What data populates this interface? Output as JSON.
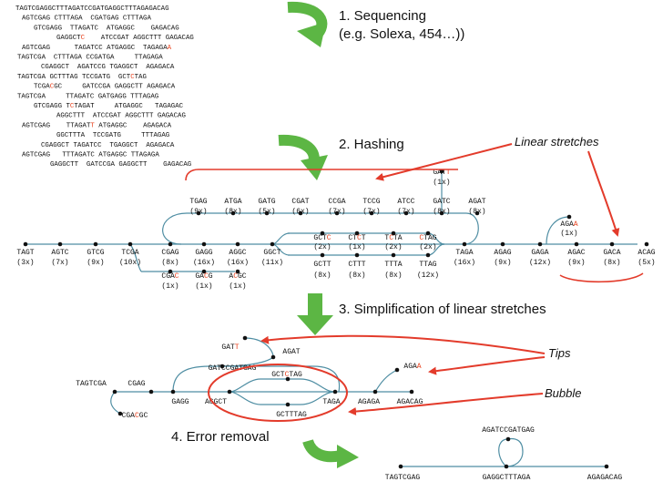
{
  "colors": {
    "error_red": "#e8401c",
    "arrow_green": "#5cb644",
    "edge_teal": "#4f8ea3",
    "annotation_red": "#e33b2b",
    "text": "#111111"
  },
  "steps": {
    "s1": "1. Sequencing",
    "s1_sub": "(e.g. Solexa, 454…))",
    "s2": "2. Hashing",
    "s3": "3. Simplification of linear stretches",
    "s4": "4. Error removal"
  },
  "annotations": {
    "linear_stretches": "Linear stretches",
    "tips": "Tips",
    "bubble": "Bubble"
  },
  "reads": [
    [
      [
        "TAGTCGAGGCTTTAGATCCGATGAGGCTTTAGAGACAG",
        0
      ]
    ],
    [
      [
        "AGTCGAG CTTTAGA  CGATGAG CTTTAGA",
        0
      ]
    ],
    [
      [
        "GTCGAGG  TTAGATC  ATGAGGC    GAGACAG",
        0
      ]
    ],
    [
      [
        "GAGGCT",
        0
      ],
      [
        "C",
        1
      ],
      [
        "    ATCCGAT AGGCTTT GAGACAG",
        0
      ]
    ],
    [
      [
        "AGTCGAG      TAGATCC ATGAGGC  TAGAGA",
        0
      ],
      [
        "A",
        1
      ]
    ],
    [
      [
        "TAGTCGA  CTTTAGA CCGATGA     TTAGAGA",
        0
      ]
    ],
    [
      [
        "CGAGGCT  AGATCCG TGAGGCT  AGAGACA",
        0
      ]
    ],
    [
      [
        "TAGTCGA GCTTTAG TCCGATG  GCT",
        0
      ],
      [
        "C",
        1
      ],
      [
        "TAG",
        0
      ]
    ],
    [
      [
        "TCGA",
        0
      ],
      [
        "C",
        1
      ],
      [
        "GC     GATCCGA GAGGCTT AGAGACA",
        0
      ]
    ],
    [
      [
        "TAGTCGA     TTAGATC GATGAGG TTTAGAG",
        0
      ]
    ],
    [
      [
        "GTCGAGG T",
        0
      ],
      [
        "C",
        1
      ],
      [
        "TAGAT     ATGAGGC   TAGAGAC",
        0
      ]
    ],
    [
      [
        "AGGCTTT  ATCCGAT AGGCTTT GAGACAG",
        0
      ]
    ],
    [
      [
        "AGTCGAG    TTAGAT",
        0
      ],
      [
        "T",
        1
      ],
      [
        " ATGAGGC    AGAGACA",
        0
      ]
    ],
    [
      [
        "GGCTTTA  TCCGATG     TTTAGAG",
        0
      ]
    ],
    [
      [
        "CGAGGCT TAGATCC  TGAGGCT  AGAGACA",
        0
      ]
    ],
    [
      [
        "AGTCGAG   TTTAGATC ATGAGGC TTAGAGA",
        0
      ]
    ],
    [
      [
        "GAGGCTT  GATCCGA GAGGCTT    GAGACAG",
        0
      ]
    ]
  ],
  "hash": {
    "kmers": [
      {
        "id": "TAGT",
        "parts": [
          [
            "TAGT",
            0
          ]
        ],
        "count": "(3x)"
      },
      {
        "id": "AGTC",
        "parts": [
          [
            "AGTC",
            0
          ]
        ],
        "count": "(7x)"
      },
      {
        "id": "GTCG",
        "parts": [
          [
            "GTCG",
            0
          ]
        ],
        "count": "(9x)"
      },
      {
        "id": "TCGA",
        "parts": [
          [
            "TCGA",
            0
          ]
        ],
        "count": "(10x)"
      },
      {
        "id": "CGAG",
        "parts": [
          [
            "CGAG",
            0
          ]
        ],
        "count": "(8x)"
      },
      {
        "id": "GAGG",
        "parts": [
          [
            "GAGG",
            0
          ]
        ],
        "count": "(16x)"
      },
      {
        "id": "AGGC",
        "parts": [
          [
            "AGGC",
            0
          ]
        ],
        "count": "(16x)"
      },
      {
        "id": "GGCT",
        "parts": [
          [
            "GGCT",
            0
          ]
        ],
        "count": "(11x)"
      },
      {
        "id": "CGAC",
        "parts": [
          [
            "CGA",
            0
          ],
          [
            "C",
            1
          ]
        ],
        "count": "(1x)"
      },
      {
        "id": "GACG",
        "parts": [
          [
            "GA",
            0
          ],
          [
            "C",
            1
          ],
          [
            "G",
            0
          ]
        ],
        "count": "(1x)"
      },
      {
        "id": "ACGC",
        "parts": [
          [
            "A",
            0
          ],
          [
            "C",
            1
          ],
          [
            "GC",
            0
          ]
        ],
        "count": "(1x)"
      },
      {
        "id": "TGAG",
        "parts": [
          [
            "TGAG",
            0
          ]
        ],
        "count": "(9x)"
      },
      {
        "id": "ATGA",
        "parts": [
          [
            "ATGA",
            0
          ]
        ],
        "count": "(8x)"
      },
      {
        "id": "GATG",
        "parts": [
          [
            "GATG",
            0
          ]
        ],
        "count": "(5x)"
      },
      {
        "id": "CGAT",
        "parts": [
          [
            "CGAT",
            0
          ]
        ],
        "count": "(6x)"
      },
      {
        "id": "CCGA",
        "parts": [
          [
            "CCGA",
            0
          ]
        ],
        "count": "(7x)"
      },
      {
        "id": "TCCG",
        "parts": [
          [
            "TCCG",
            0
          ]
        ],
        "count": "(7x)"
      },
      {
        "id": "ATCC",
        "parts": [
          [
            "ATCC",
            0
          ]
        ],
        "count": "(7x)"
      },
      {
        "id": "GATC",
        "parts": [
          [
            "GATC",
            0
          ]
        ],
        "count": "(8x)"
      },
      {
        "id": "AGAT",
        "parts": [
          [
            "AGAT",
            0
          ]
        ],
        "count": "(8x)"
      },
      {
        "id": "GATT",
        "parts": [
          [
            "GAT",
            0
          ],
          [
            "T",
            1
          ]
        ],
        "count": "(1x)"
      },
      {
        "id": "GCTC",
        "parts": [
          [
            "GCT",
            0
          ],
          [
            "C",
            1
          ]
        ],
        "count": "(2x)"
      },
      {
        "id": "CTCT",
        "parts": [
          [
            "CT",
            0
          ],
          [
            "C",
            1
          ],
          [
            "T",
            0
          ]
        ],
        "count": "(1x)"
      },
      {
        "id": "TCTA",
        "parts": [
          [
            "T",
            0
          ],
          [
            "C",
            1
          ],
          [
            "TA",
            0
          ]
        ],
        "count": "(2x)"
      },
      {
        "id": "CTAG",
        "parts": [
          [
            "C",
            1
          ],
          [
            "TAG",
            0
          ]
        ],
        "count": "(2x)"
      },
      {
        "id": "GCTT",
        "parts": [
          [
            "GCTT",
            0
          ]
        ],
        "count": "(8x)"
      },
      {
        "id": "CTTT",
        "parts": [
          [
            "CTTT",
            0
          ]
        ],
        "count": "(8x)"
      },
      {
        "id": "TTTA",
        "parts": [
          [
            "TTTA",
            0
          ]
        ],
        "count": "(8x)"
      },
      {
        "id": "TTAG",
        "parts": [
          [
            "TTAG",
            0
          ]
        ],
        "count": "(12x)"
      },
      {
        "id": "TAGA",
        "parts": [
          [
            "TAGA",
            0
          ]
        ],
        "count": "(16x)"
      },
      {
        "id": "AGAG",
        "parts": [
          [
            "AGAG",
            0
          ]
        ],
        "count": "(9x)"
      },
      {
        "id": "GAGA",
        "parts": [
          [
            "GAGA",
            0
          ]
        ],
        "count": "(12x)"
      },
      {
        "id": "AGAA",
        "parts": [
          [
            "AGA",
            0
          ],
          [
            "A",
            1
          ]
        ],
        "count": "(1x)"
      },
      {
        "id": "AGAC",
        "parts": [
          [
            "AGAC",
            0
          ]
        ],
        "count": "(9x)"
      },
      {
        "id": "GACA",
        "parts": [
          [
            "GACA",
            0
          ]
        ],
        "count": "(8x)"
      },
      {
        "id": "ACAG",
        "parts": [
          [
            "ACAG",
            0
          ]
        ],
        "count": "(5x)"
      }
    ]
  },
  "simplified": {
    "nodes": [
      {
        "id": "TAGTCGA",
        "parts": [
          [
            "TAGTCGA",
            0
          ]
        ]
      },
      {
        "id": "CGAG",
        "parts": [
          [
            "CGAG",
            0
          ]
        ]
      },
      {
        "id": "CGACGC",
        "parts": [
          [
            "CGA",
            0
          ],
          [
            "C",
            1
          ],
          [
            "GC",
            0
          ]
        ]
      },
      {
        "id": "GAGG",
        "parts": [
          [
            "GAGG",
            0
          ]
        ]
      },
      {
        "id": "GATT",
        "parts": [
          [
            "GAT",
            0
          ],
          [
            "T",
            1
          ]
        ]
      },
      {
        "id": "AGAT",
        "parts": [
          [
            "AGAT",
            0
          ]
        ]
      },
      {
        "id": "GATCCGATGAG",
        "parts": [
          [
            "GATCCGATGAG",
            0
          ]
        ]
      },
      {
        "id": "AGGCT",
        "parts": [
          [
            "AGGCT",
            0
          ]
        ]
      },
      {
        "id": "GCTCTAG",
        "parts": [
          [
            "GCT",
            0
          ],
          [
            "C",
            1
          ],
          [
            "TAG",
            0
          ]
        ]
      },
      {
        "id": "GCTTTAG",
        "parts": [
          [
            "GCTTTAG",
            0
          ]
        ]
      },
      {
        "id": "TAGA",
        "parts": [
          [
            "TAGA",
            0
          ]
        ]
      },
      {
        "id": "AGAGA",
        "parts": [
          [
            "AGAGA",
            0
          ]
        ]
      },
      {
        "id": "AGACAG",
        "parts": [
          [
            "AGACAG",
            0
          ]
        ]
      },
      {
        "id": "AGAA",
        "parts": [
          [
            "AGA",
            0
          ],
          [
            "A",
            1
          ]
        ]
      }
    ]
  },
  "final": {
    "nodes": [
      {
        "id": "TAGTCGAG",
        "parts": [
          [
            "TAGTCGAG",
            0
          ]
        ]
      },
      {
        "id": "GAGGCTTTAGA",
        "parts": [
          [
            "GAGGCTTTAGA",
            0
          ]
        ]
      },
      {
        "id": "AGAGACAG",
        "parts": [
          [
            "AGAGACAG",
            0
          ]
        ]
      },
      {
        "id": "AGATCCGATGAG",
        "parts": [
          [
            "AGATCCGATGAG",
            0
          ]
        ]
      }
    ]
  }
}
